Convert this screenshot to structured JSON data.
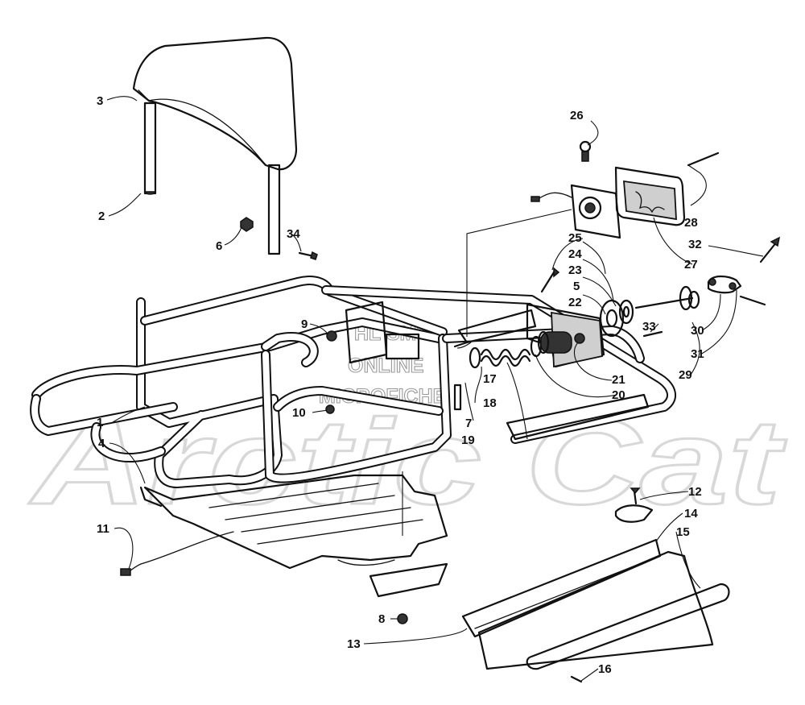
{
  "watermark": {
    "brand": "Arctic Cat",
    "service_line1": "HL SM'S",
    "service_line2": "ONLINE",
    "service_line3": "MICROFICHE"
  },
  "callouts": [
    "1",
    "2",
    "3",
    "4",
    "5",
    "6",
    "7",
    "8",
    "9",
    "10",
    "11",
    "12",
    "13",
    "14",
    "15",
    "16",
    "17",
    "18",
    "19",
    "20",
    "21",
    "22",
    "23",
    "24",
    "25",
    "26",
    "27",
    "28",
    "29",
    "30",
    "31",
    "32",
    "33",
    "34"
  ]
}
